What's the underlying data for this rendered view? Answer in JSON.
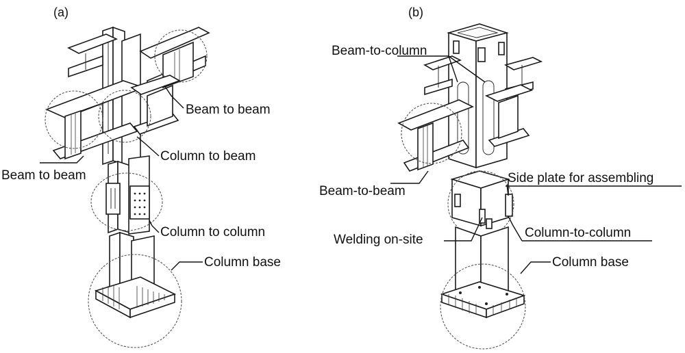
{
  "panel_a": {
    "tag": "(a)",
    "labels": {
      "beam_to_beam_upper": "Beam to beam",
      "beam_to_beam_lower": "Beam to beam",
      "column_to_beam": "Column to beam",
      "column_to_column": "Column to column",
      "column_base": "Column base"
    }
  },
  "panel_b": {
    "tag": "(b)",
    "labels": {
      "beam_to_column": "Beam-to-column",
      "beam_to_beam": "Beam-to-beam",
      "side_plate": "Side plate for assembling",
      "welding_on_site": "Welding on-site",
      "column_to_column": "Column-to-column",
      "column_base": "Column base"
    }
  }
}
